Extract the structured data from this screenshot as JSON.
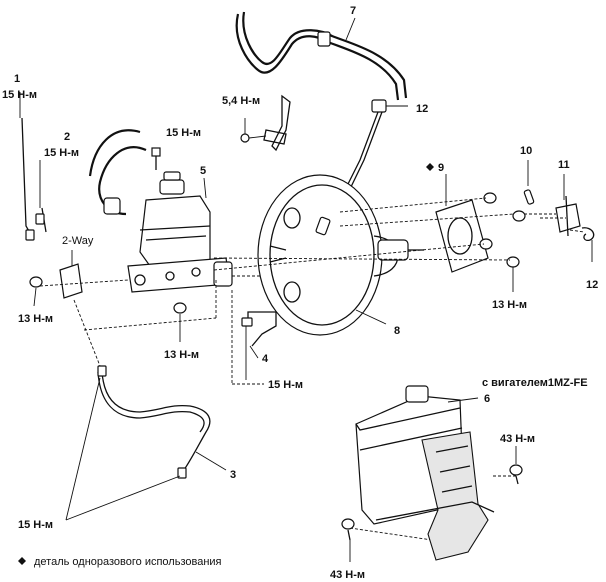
{
  "labels": {
    "p1": "1",
    "p1_torque": "15 Н-м",
    "p2": "2",
    "p2_torque": "15 Н-м",
    "two_way": "2-Way",
    "left_torque": "13 Н-м",
    "p3": "3",
    "bottom_left_torque": "15 Н-м",
    "p4": "4",
    "p4_torque": "15 Н-м",
    "reservoir_torque": "13 Н-м",
    "cylinder_torque": "15 Н-м",
    "p5": "5",
    "clip_torque": "5,4 Н-м",
    "p7": "7",
    "p8": "8",
    "p9": "9",
    "p10": "10",
    "p11": "11",
    "p12a": "12",
    "p12b": "12",
    "booster_torque": "13 Н-м",
    "engine_note": "с вигателем1MZ-FE",
    "p6": "6",
    "bracket_torque_a": "43 Н-м",
    "bracket_torque_b": "43 Н-м",
    "legend": "деталь одноразового использования"
  }
}
